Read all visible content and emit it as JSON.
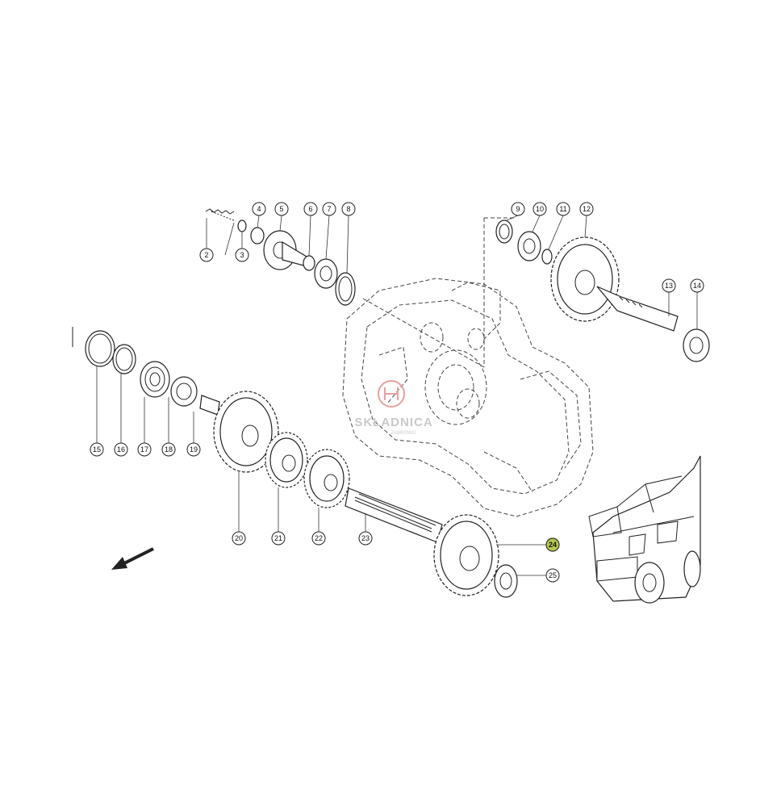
{
  "diagram": {
    "callouts": [
      "2",
      "3",
      "4",
      "5",
      "6",
      "7",
      "8",
      "9",
      "10",
      "11",
      "12",
      "13",
      "14",
      "15",
      "16",
      "17",
      "18",
      "19",
      "20",
      "21",
      "22",
      "23",
      "24",
      "25"
    ],
    "highlighted_callout": "24",
    "highlight_color": "#b7c94a"
  },
  "watermark": {
    "brand": "SKŁADNICA",
    "sub": "ZABROWO"
  },
  "icons": {
    "direction_arrow": "arrow-down-left-icon",
    "machine_thumbnail": "forage-harvester-icon"
  }
}
